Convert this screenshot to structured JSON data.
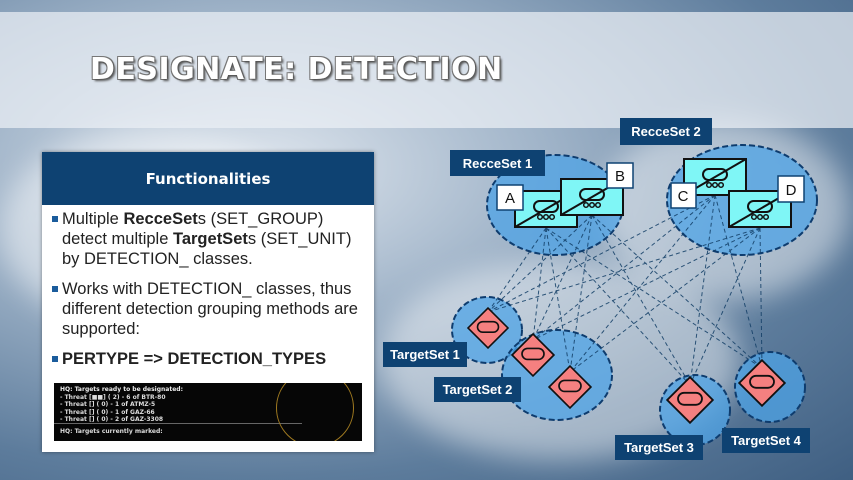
{
  "title": "DESIGNATE: DETECTION",
  "panel": {
    "header": "Functionalities",
    "bullets": [
      {
        "parts": [
          "Multiple ",
          "RecceSet",
          "s (SET_GROUP) detect multiple ",
          "TargetSet",
          "s (SET_UNIT) by DETECTION_ classes."
        ]
      },
      {
        "text": "Works with DETECTION_ classes, thus different detection grouping methods are supported:"
      },
      {
        "text": "PERTYPE => DETECTION_TYPES"
      }
    ],
    "screenshot": {
      "lines": [
        "HQ: Targets ready to be designated:",
        "- Threat [■■] ( 2) - 6 of BTR-80",
        "- Threat [] ( 0) - 1 of ATMZ-5",
        "- Threat [] ( 0) - 1 of GAZ-66",
        "- Threat [] ( 0) - 2 of GAZ-3308"
      ],
      "footer": "HQ: Targets currently marked:"
    }
  },
  "diagram": {
    "recce_sets": [
      "RecceSet 1",
      "RecceSet 2"
    ],
    "recce_units": [
      "A",
      "B",
      "C",
      "D"
    ],
    "target_sets": [
      "TargetSet 1",
      "TargetSet 2",
      "TargetSet 3",
      "TargetSet 4"
    ],
    "colors": {
      "label_bg": "#0e4272",
      "recce_fill": "#7ff6f6",
      "target_fill": "#f58080",
      "group_fill": "#4ea3e6"
    }
  }
}
